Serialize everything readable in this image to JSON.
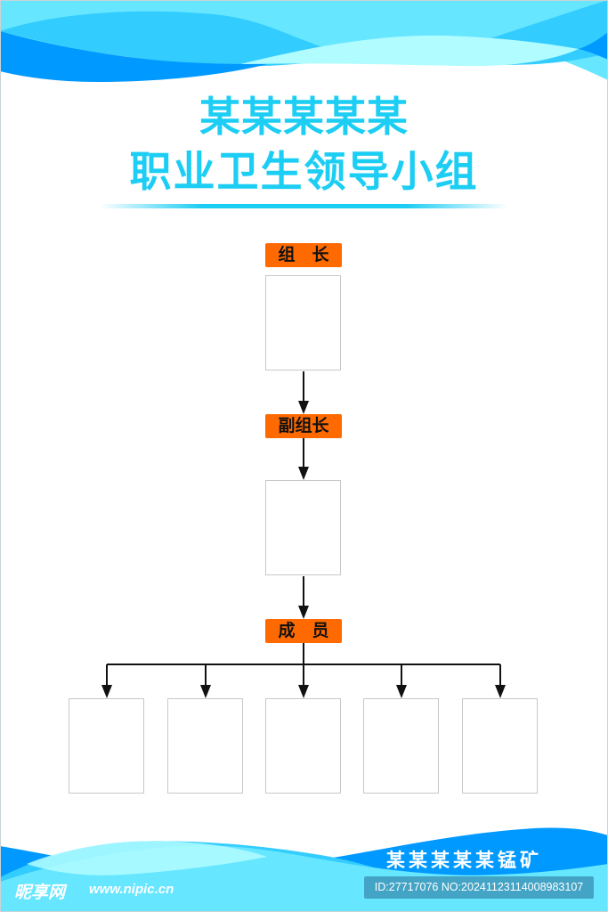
{
  "header": {
    "title_line1": "某某某某某",
    "title_line2": "职业卫生领导小组"
  },
  "org_chart": {
    "levels": [
      {
        "role": "组　长",
        "photo_slots": 1
      },
      {
        "role": "副组长",
        "photo_slots": 1
      },
      {
        "role": "成　员",
        "photo_slots": 5
      }
    ]
  },
  "footer": {
    "company": "某某某某某锰矿"
  },
  "watermark": {
    "logo": "昵享网",
    "url": "www.nipic.cn",
    "id_text": "ID:27717076 NO:20241123114008983107"
  },
  "colors": {
    "title": "#1ccdf4",
    "role_label_bg": "#ff6a00",
    "wave_dark": "#0099ff",
    "wave_mid": "#33ccff",
    "wave_light": "#66e6ff",
    "wave_pale": "#b0fcff"
  }
}
